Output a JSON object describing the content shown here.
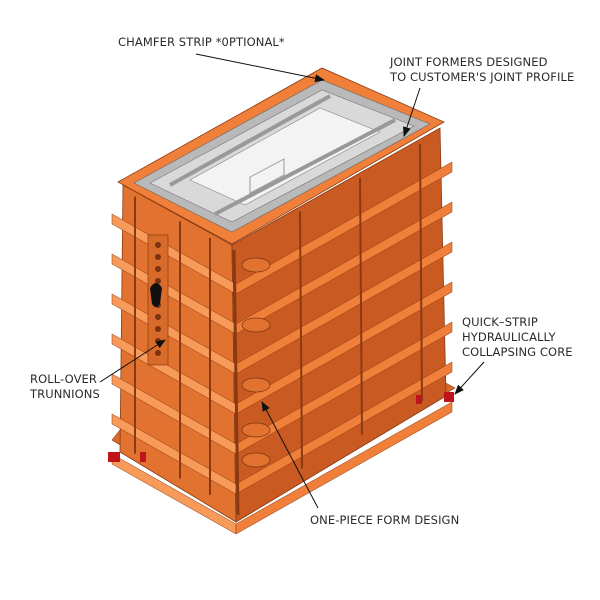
{
  "labels": {
    "chamfer_strip": "CHAMFER STRIP *0PTIONAL*",
    "joint_formers_line1": "JOINT FORMERS DESIGNED",
    "joint_formers_line2": "TO CUSTOMER'S JOINT PROFILE",
    "quick_strip_line1": "QUICK–STRIP",
    "quick_strip_line2": "HYDRAULICALLY",
    "quick_strip_line3": "COLLAPSING CORE",
    "roll_over_line1": "ROLL-OVER",
    "roll_over_line2": "TRUNNIONS",
    "one_piece": "ONE-PIECE FORM DESIGN"
  },
  "colors": {
    "form_orange": "#f07f3a",
    "form_dark": "#c4571f",
    "form_light": "#f89a5a",
    "core_gray": "#cfcfcf",
    "core_light": "#f2f2f2",
    "hydraulic_red": "#c0141c",
    "arrow": "#111111"
  }
}
